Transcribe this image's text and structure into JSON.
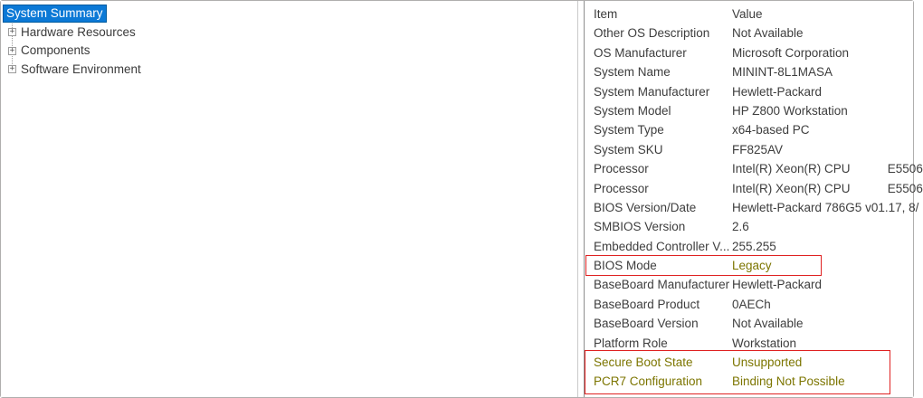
{
  "tree": {
    "items": [
      {
        "label": "System Summary",
        "selected": true
      },
      {
        "label": "Hardware Resources",
        "selected": false
      },
      {
        "label": "Components",
        "selected": false
      },
      {
        "label": "Software Environment",
        "selected": false
      }
    ]
  },
  "icons": {
    "expand_plus": "+"
  },
  "list": {
    "columns": {
      "item": "Item",
      "value": "Value"
    },
    "rows": [
      {
        "item": "Other OS Description",
        "value": "Not Available"
      },
      {
        "item": "OS Manufacturer",
        "value": "Microsoft Corporation"
      },
      {
        "item": "System Name",
        "value": "MININT-8L1MASA"
      },
      {
        "item": "System Manufacturer",
        "value": "Hewlett-Packard"
      },
      {
        "item": "System Model",
        "value": "HP Z800 Workstation"
      },
      {
        "item": "System Type",
        "value": "x64-based PC"
      },
      {
        "item": "System SKU",
        "value": "FF825AV"
      },
      {
        "item": "Processor",
        "value": "Intel(R) Xeon(R) CPU           E5506"
      },
      {
        "item": "Processor",
        "value": "Intel(R) Xeon(R) CPU           E5506"
      },
      {
        "item": "BIOS Version/Date",
        "value": "Hewlett-Packard 786G5 v01.17, 8/"
      },
      {
        "item": "SMBIOS Version",
        "value": "2.6"
      },
      {
        "item": "Embedded Controller V...",
        "value": "255.255"
      },
      {
        "item": "BIOS Mode",
        "value": "Legacy",
        "annotated": true
      },
      {
        "item": "BaseBoard Manufacturer",
        "value": "Hewlett-Packard"
      },
      {
        "item": "BaseBoard Product",
        "value": "0AECh"
      },
      {
        "item": "BaseBoard Version",
        "value": "Not Available"
      },
      {
        "item": "Platform Role",
        "value": "Workstation"
      },
      {
        "item": "Secure Boot State",
        "value": "Unsupported",
        "annotated": true
      },
      {
        "item": "PCR7 Configuration",
        "value": "Binding Not Possible",
        "annotated": true
      }
    ]
  },
  "colors": {
    "selection_blue": "#0b79d6",
    "selection_border": "#005a9e",
    "annotation_red": "#df2121",
    "highlight_olive": "#7c7500",
    "text": "#3d3d3d",
    "frame_border": "#b0afae"
  }
}
